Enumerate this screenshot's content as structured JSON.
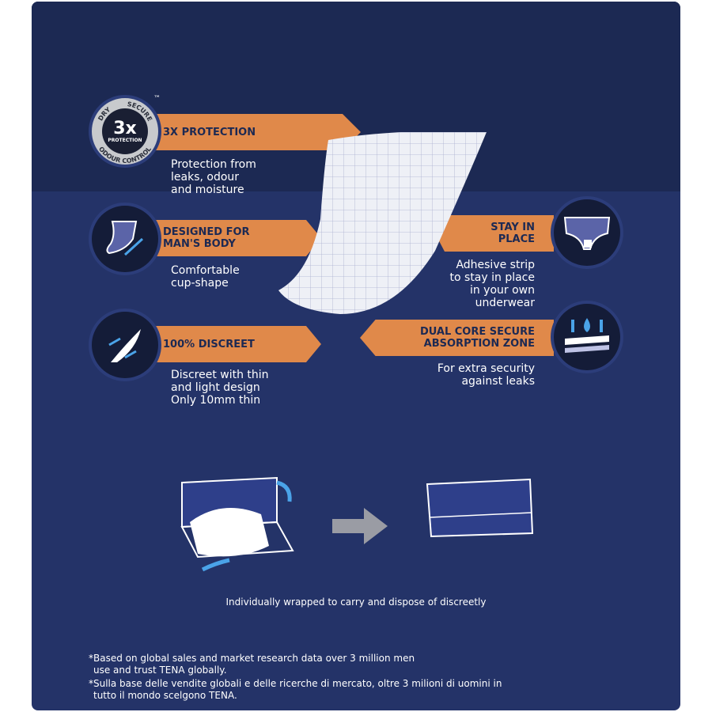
{
  "features": [
    {
      "title_lines": [
        "3X PROTECTION"
      ],
      "desc_lines": [
        "Protection from",
        "leaks, odour",
        "and moisture"
      ],
      "icon": "3x-protection-badge-icon"
    },
    {
      "title_lines": [
        "DESIGNED FOR",
        "MAN'S BODY"
      ],
      "desc_lines": [
        "Comfortable",
        "cup-shape"
      ],
      "icon": "cup-shape-icon"
    },
    {
      "title_lines": [
        "100% DISCREET"
      ],
      "desc_lines": [
        "Discreet with thin",
        "and light design",
        "Only 10mm thin"
      ],
      "icon": "thin-layer-icon"
    },
    {
      "title_lines": [
        "STAY IN",
        "PLACE"
      ],
      "desc_lines": [
        "Adhesive strip",
        "to stay in place",
        "in your own",
        "underwear"
      ],
      "icon": "underwear-icon"
    },
    {
      "title_lines": [
        "DUAL CORE SECURE",
        "ABSORPTION ZONE"
      ],
      "desc_lines": [
        "For extra security",
        "against leaks"
      ],
      "icon": "absorption-layers-icon"
    }
  ],
  "badge": {
    "center": "3x",
    "ring_words": [
      "DRY",
      "SECURE",
      "ODOUR CONTROL"
    ],
    "sub": "PROTECTION",
    "tm": "™"
  },
  "caption": "Individually wrapped to carry and dispose of discreetly",
  "footnotes": [
    [
      "*Based on global sales and market research data over 3 million men",
      "use and trust TENA globally."
    ],
    [
      "*Sulla base delle vendite globali e delle ricerche di mercato, oltre 3 milioni di uomini in",
      "tutto il mondo scelgono TENA."
    ]
  ],
  "colors": {
    "background": "#243368",
    "background_top": "#1c2953",
    "accent": "#e0894a",
    "text": "#ffffff"
  }
}
